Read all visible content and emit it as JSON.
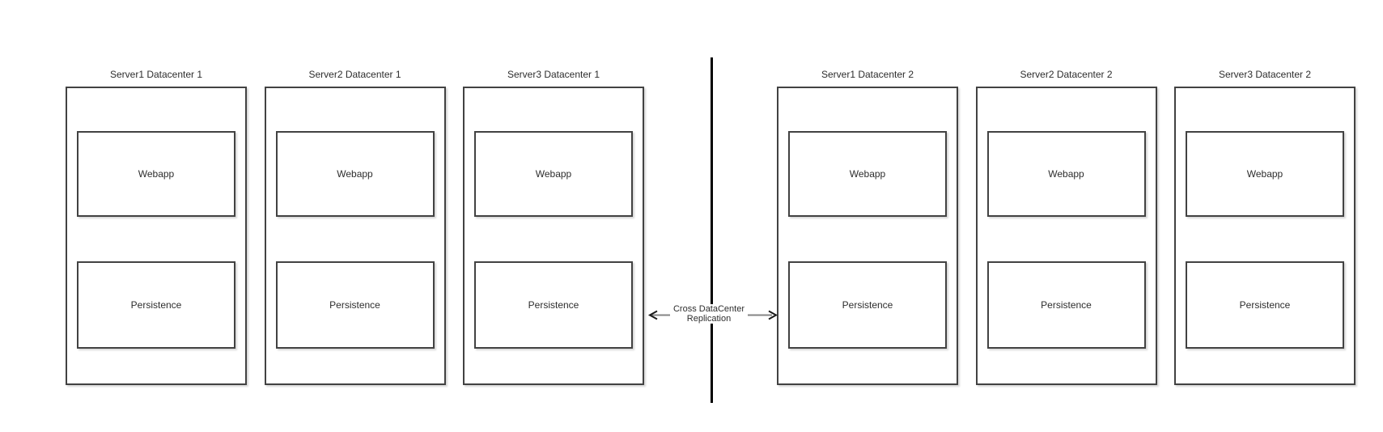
{
  "diagram": {
    "datacenters": [
      {
        "servers": [
          {
            "title": "Server1 Datacenter 1",
            "components": [
              "Webapp",
              "Persistence"
            ]
          },
          {
            "title": "Server2 Datacenter 1",
            "components": [
              "Webapp",
              "Persistence"
            ]
          },
          {
            "title": "Server3 Datacenter 1",
            "components": [
              "Webapp",
              "Persistence"
            ]
          }
        ]
      },
      {
        "servers": [
          {
            "title": "Server1 Datacenter 2",
            "components": [
              "Webapp",
              "Persistence"
            ]
          },
          {
            "title": "Server2 Datacenter 2",
            "components": [
              "Webapp",
              "Persistence"
            ]
          },
          {
            "title": "Server3 Datacenter 2",
            "components": [
              "Webapp",
              "Persistence"
            ]
          }
        ]
      }
    ],
    "replication": {
      "label_line1": "Cross DataCenter",
      "label_line2": "Replication"
    },
    "colors": {
      "background": "#ffffff",
      "box_border": "#424242",
      "divider_line": "#000000",
      "arrow_shaft": "#848484",
      "arrow_head": "#1a1a1a",
      "text": "#2d2d2d"
    }
  }
}
